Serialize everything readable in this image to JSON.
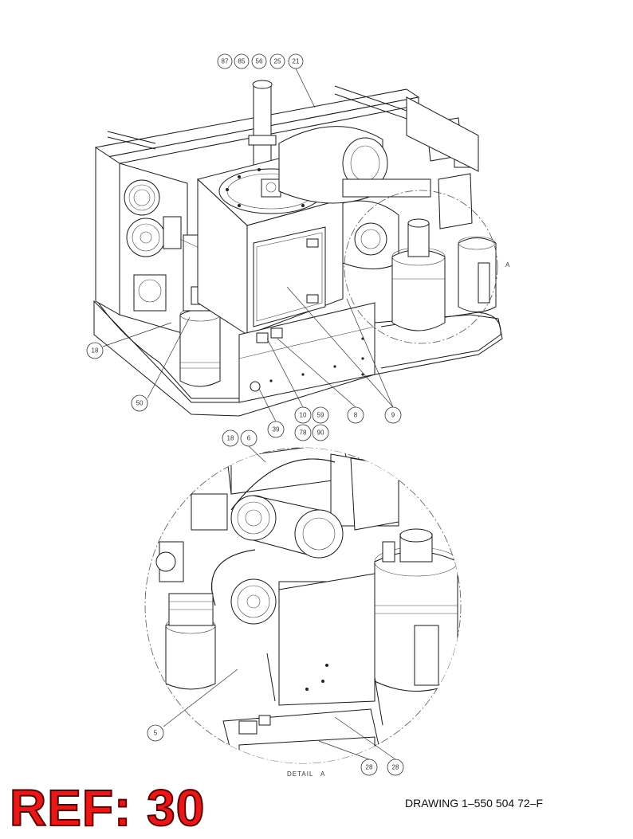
{
  "ref_label": "REF: 30",
  "drawing_number": "DRAWING 1–550 504 72–F",
  "detail_label": "DETAIL",
  "detail_letter_main": "A",
  "detail_letter_title": "A",
  "callouts_main": [
    "87",
    "85",
    "56",
    "25",
    "21",
    "18",
    "50",
    "39",
    "10",
    "59",
    "78",
    "90",
    "8",
    "9"
  ],
  "callouts_detail": [
    "18",
    "6",
    "5",
    "28",
    "28"
  ]
}
